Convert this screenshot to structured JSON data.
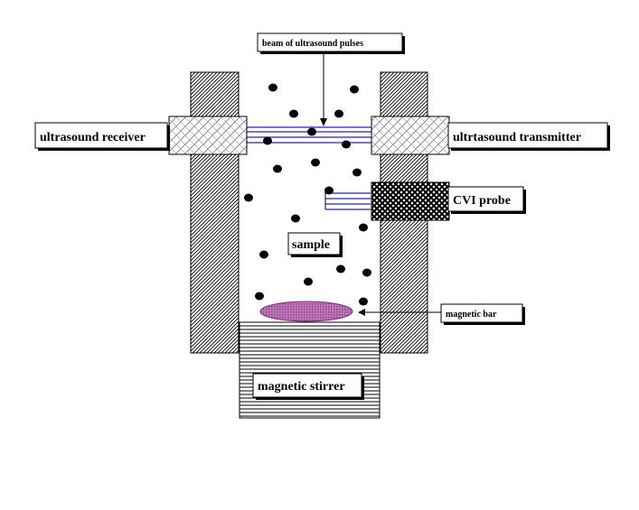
{
  "labels": {
    "beam": "beam of ultrasound pulses",
    "receiver": "ultrasound receiver",
    "transmitter": "ultrtasound transmitter",
    "cvi_probe": "CVI probe",
    "sample": "sample",
    "magnetic_bar": "magnetic bar",
    "magnetic_stirrer": "magnetic stirrer"
  },
  "colors": {
    "beam_lines": "#2222cc",
    "magnetic_bar": "#a0509a",
    "outline": "#000000"
  }
}
